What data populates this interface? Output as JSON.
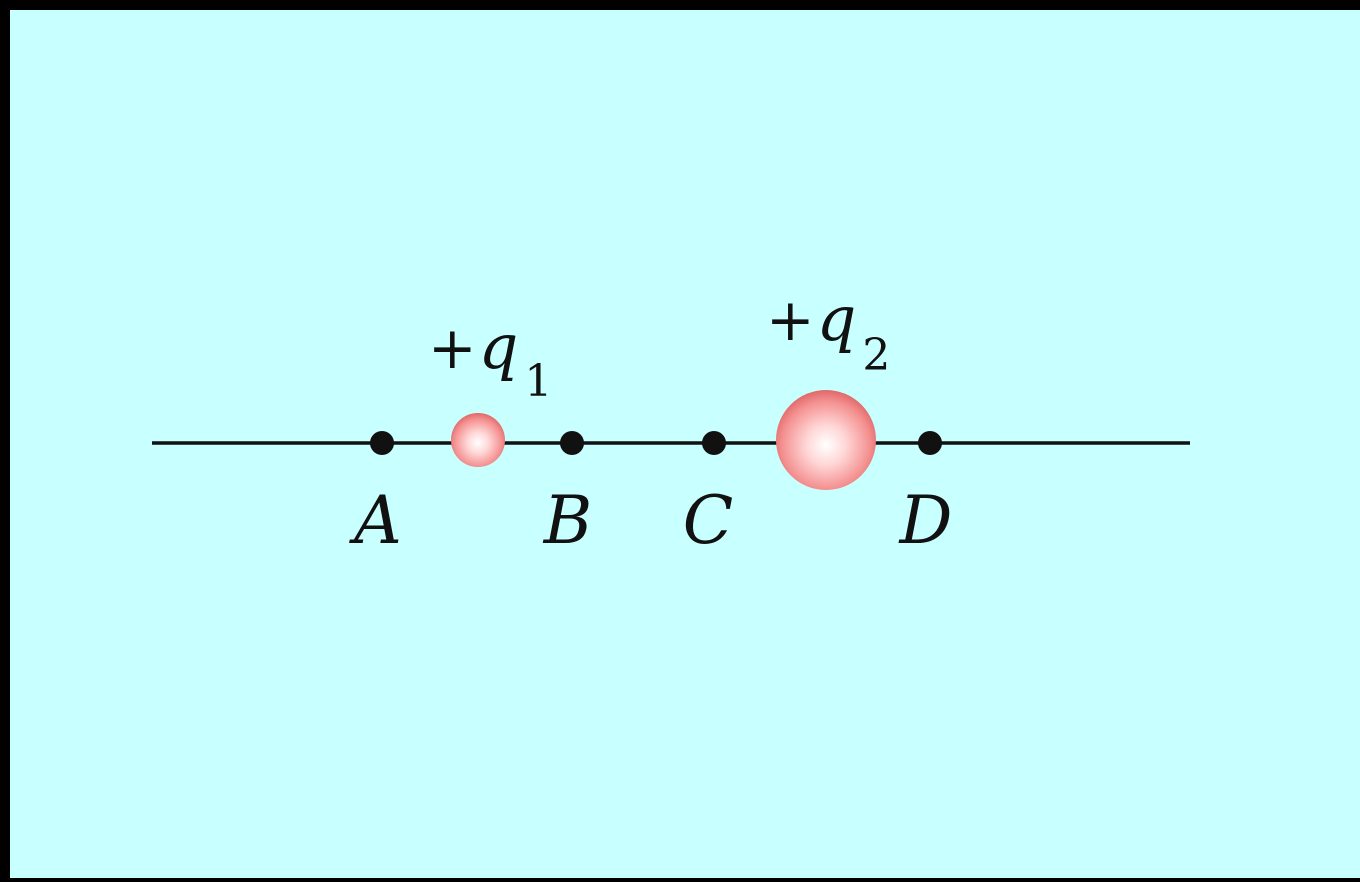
{
  "diagram": {
    "background_color": "#c8ffff",
    "line_color": "#111111",
    "charge_color": "#f07070",
    "points": [
      {
        "label": "A"
      },
      {
        "label": "B"
      },
      {
        "label": "C"
      },
      {
        "label": "D"
      }
    ],
    "charges": [
      {
        "sign": "+",
        "symbol": "q",
        "subscript": "1"
      },
      {
        "sign": "+",
        "symbol": "q",
        "subscript": "2"
      }
    ]
  }
}
